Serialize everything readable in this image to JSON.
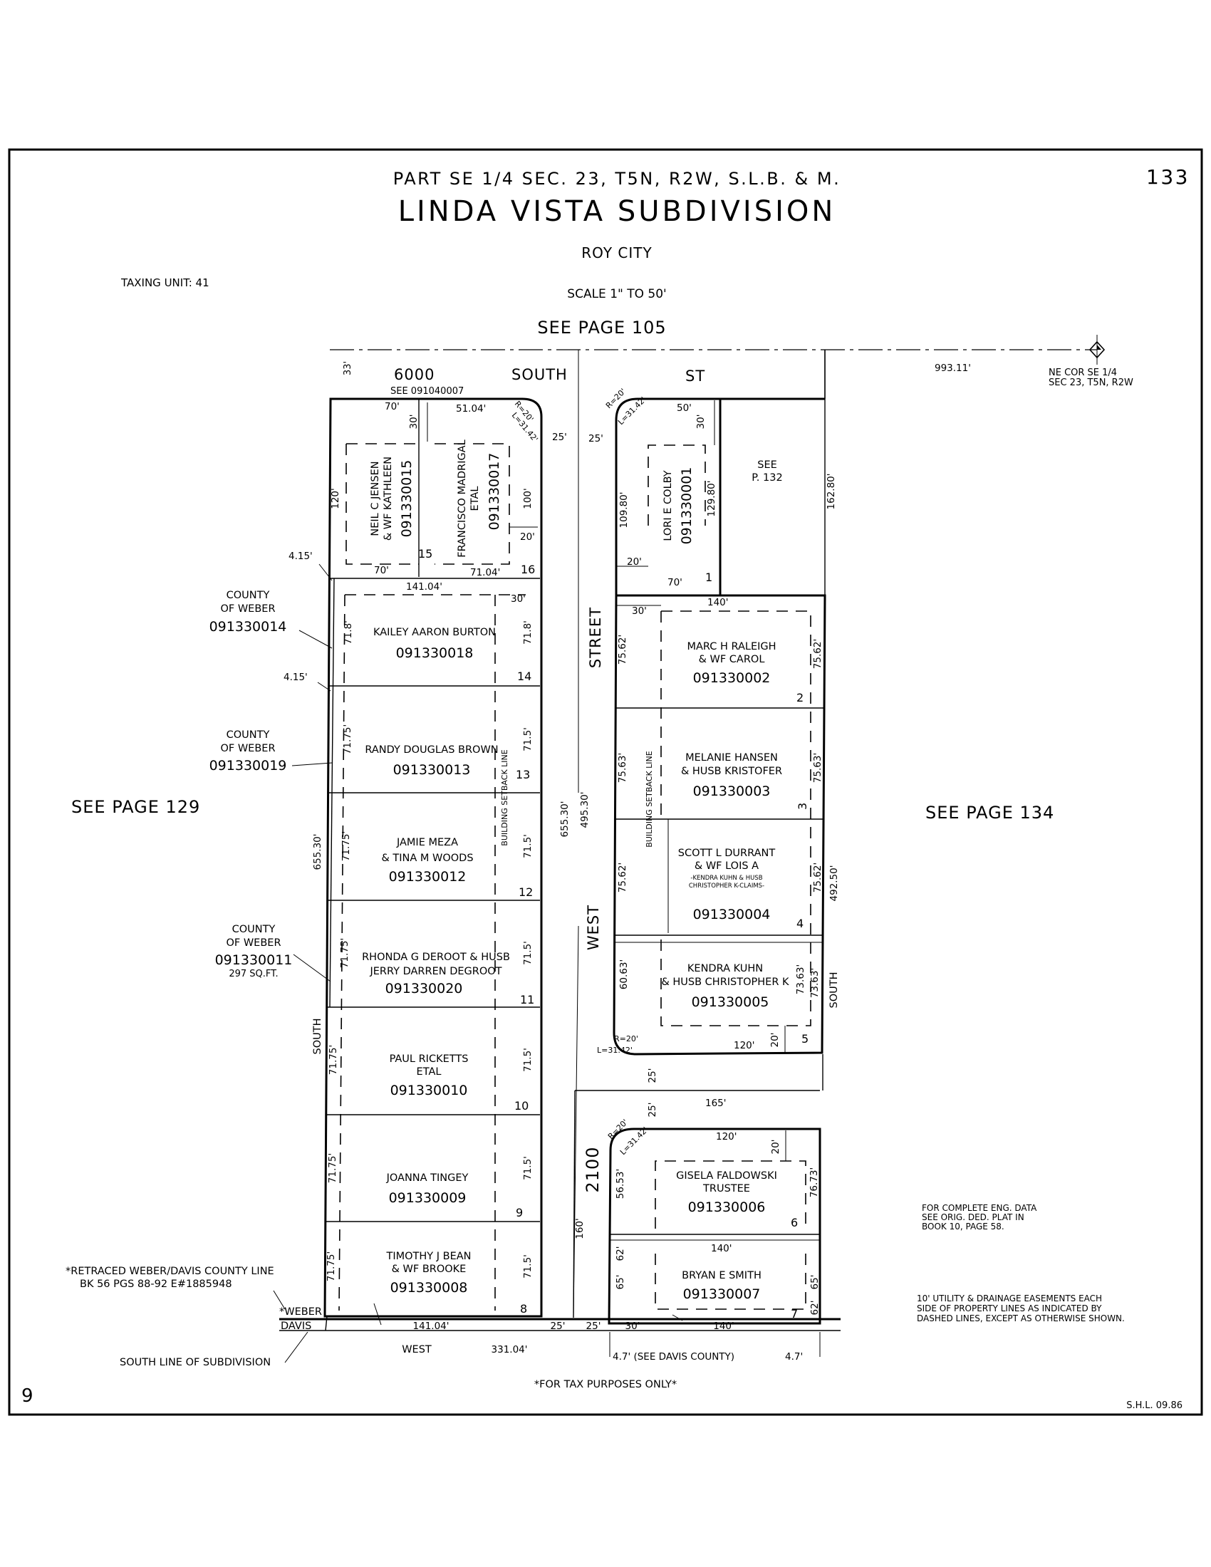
{
  "header": {
    "legal": "PART SE 1/4 SEC. 23, T5N, R2W, S.L.B. & M.",
    "title": "LINDA VISTA SUBDIVISION",
    "city": "ROY CITY",
    "scale": "SCALE 1\" TO 50'",
    "page_number": "133",
    "taxing_unit": "TAXING UNIT: 41",
    "corner_page": "9",
    "initials": "S.H.L. 09.86"
  },
  "see_pages": {
    "north": "SEE PAGE 105",
    "west": "SEE PAGE 129",
    "east": "SEE PAGE 134",
    "p132": [
      "SEE",
      "P. 132"
    ]
  },
  "streets": {
    "south_6000": [
      "6000",
      "SOUTH",
      "ST"
    ],
    "west_2100": [
      "2100",
      "WEST",
      "STREET"
    ],
    "south_vertical_left": "SOUTH",
    "south_vertical_right": "SOUTH",
    "west_bottom": "WEST"
  },
  "section_corner": {
    "label": [
      "NE COR SE 1/4",
      "SEC 23, T5N, R2W"
    ],
    "distance": "993.11'"
  },
  "county_labels": [
    {
      "lines": [
        "COUNTY",
        "OF WEBER"
      ],
      "parcel": "091330014"
    },
    {
      "lines": [
        "COUNTY",
        "OF WEBER"
      ],
      "parcel": "091330019"
    },
    {
      "lines": [
        "COUNTY",
        "OF WEBER"
      ],
      "parcel": "091330011",
      "extra": "297 SQ.FT."
    }
  ],
  "west_lots": [
    {
      "lot": "14",
      "owner": [
        "KAILEY AARON BURTON"
      ],
      "parcel": "091330018",
      "left": "71.8'",
      "right": "71.8'"
    },
    {
      "lot": "13",
      "owner": [
        "RANDY DOUGLAS BROWN"
      ],
      "parcel": "091330013",
      "left": "71.75'",
      "right": "71.5'"
    },
    {
      "lot": "12",
      "owner": [
        "JAMIE MEZA",
        "& TINA M WOODS"
      ],
      "parcel": "091330012",
      "left": "71.75'",
      "right": "71.5'"
    },
    {
      "lot": "11",
      "owner": [
        "RHONDA G DEROOT & HUSB",
        "JERRY DARREN DEGROOT"
      ],
      "parcel": "091330020",
      "left": "71.75'",
      "right": "71.5'"
    },
    {
      "lot": "10",
      "owner": [
        "PAUL RICKETTS",
        "ETAL"
      ],
      "parcel": "091330010",
      "left": "71.75'",
      "right": "71.5'"
    },
    {
      "lot": "9",
      "owner": [
        "JOANNA TINGEY"
      ],
      "parcel": "091330009",
      "left": "71.75'",
      "right": "71.5'"
    },
    {
      "lot": "8",
      "owner": [
        "TIMOTHY J BEAN",
        "& WF BROOKE"
      ],
      "parcel": "091330008",
      "left": "71.75'",
      "right": "71.5'"
    }
  ],
  "top_lots": [
    {
      "lot": "15",
      "owner": [
        "NEIL C JENSEN",
        "& WF KATHLEEN"
      ],
      "parcel": "091330015"
    },
    {
      "lot": "16",
      "owner": [
        "FRANCISCO MADRIGAL",
        "ETAL"
      ],
      "parcel": "091330017"
    },
    {
      "lot": "1",
      "owner": [
        "LORI E COLBY"
      ],
      "parcel": "091330001"
    }
  ],
  "east_lots": [
    {
      "lot": "2",
      "owner": [
        "MARC H RALEIGH",
        "& WF CAROL"
      ],
      "parcel": "091330002",
      "left": "75.62'",
      "right": "75.62'"
    },
    {
      "lot": "3",
      "owner": [
        "MELANIE HANSEN",
        "& HUSB KRISTOFER"
      ],
      "parcel": "091330003",
      "left": "75.63'",
      "right": "75.63'"
    },
    {
      "lot": "4",
      "owner": [
        "SCOTT L DURRANT",
        "& WF LOIS A"
      ],
      "claims": [
        "-KENDRA KUHN & HUSB",
        "CHRISTOPHER K-CLAIMS-"
      ],
      "parcel": "091330004",
      "left": "75.62'",
      "right": "75.62'"
    },
    {
      "lot": "5",
      "owner": [
        "KENDRA KUHN",
        "& HUSB CHRISTOPHER K"
      ],
      "parcel": "091330005",
      "left": "60.63'",
      "right": "73.63'"
    },
    {
      "lot": "6",
      "owner": [
        "GISELA FALDOWSKI",
        "TRUSTEE"
      ],
      "parcel": "091330006",
      "left": "56.53'",
      "right": "76.73'"
    },
    {
      "lot": "7",
      "owner": [
        "BRYAN E SMITH"
      ],
      "parcel": "091330007",
      "left": "65'",
      "right": "65'"
    }
  ],
  "dimensions": {
    "d33": "33'",
    "d70a": "70'",
    "d5104": "51.04'",
    "d30a": "30'",
    "d120": "120'",
    "d100": "100'",
    "d20a": "20'",
    "d70b": "70'",
    "d7104": "71.04'",
    "d14104a": "141.04'",
    "d30b": "30'",
    "d415a": "4.15'",
    "d415b": "4.15'",
    "d25a": "25'",
    "d25b": "25'",
    "d50": "50'",
    "d30c": "30'",
    "d10980": "109.80'",
    "d12980": "129.80'",
    "d16280": "162.80'",
    "d20b": "20'",
    "d70c": "70'",
    "d140a": "140'",
    "d30d": "30'",
    "d65530a": "655.30'",
    "d65530b": "655.30'",
    "d49530": "495.30'",
    "d49250": "492.50'",
    "d120b": "120'",
    "d20c": "20'",
    "d25c": "25'",
    "d25d": "25'",
    "d165": "165'",
    "d120c": "120'",
    "d20d": "20'",
    "d140b": "140'",
    "d62a": "62'",
    "d62b": "62'",
    "d160": "160'",
    "d14104b": "141.04'",
    "d33104": "331.04'",
    "d25e": "25'",
    "d25f": "25'",
    "d30e": "30'",
    "d140c": "140'",
    "d47a": "4.7' (SEE DAVIS COUNTY)",
    "d47b": "4.7'",
    "r20": "R=20'",
    "l3142": "L=31.42'",
    "see_parcel": "SEE 091040007"
  },
  "setback": {
    "left": "BUILDING SETBACK LINE",
    "right": "BUILDING SETBACK LINE"
  },
  "notes": {
    "county_line": [
      "*RETRACED WEBER/DAVIS COUNTY LINE",
      "BK 56 PGS 88-92 E#1885948"
    ],
    "weber": "*WEBER",
    "davis": "DAVIS",
    "south_line": "SOUTH LINE OF SUBDIVISION",
    "tax_purposes": "*FOR TAX PURPOSES ONLY*",
    "eng_data": [
      "FOR COMPLETE ENG. DATA",
      "SEE ORIG. DED. PLAT IN",
      "BOOK 10, PAGE 58."
    ],
    "easement": [
      "10' UTILITY & DRAINAGE EASEMENTS EACH",
      "SIDE OF PROPERTY LINES AS INDICATED BY",
      "DASHED LINES, EXCEPT AS OTHERWISE SHOWN."
    ]
  }
}
